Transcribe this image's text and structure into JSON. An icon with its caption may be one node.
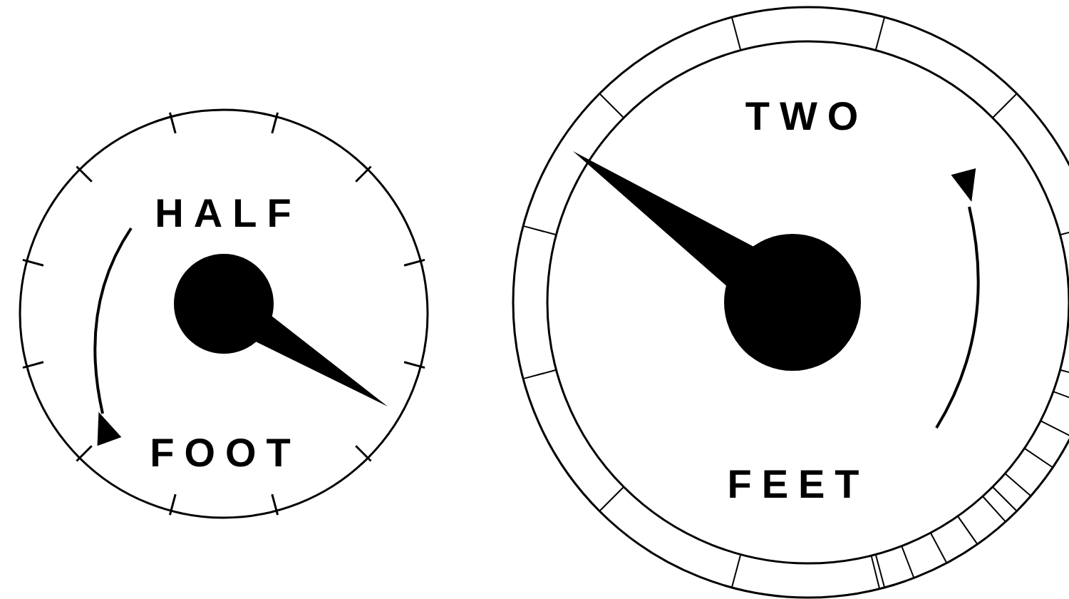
{
  "diagram": {
    "nodes": [
      {
        "text": [
          "HALF",
          "FOOT"
        ]
      },
      {
        "text": [
          "TWO",
          "FEET"
        ]
      }
    ]
  }
}
